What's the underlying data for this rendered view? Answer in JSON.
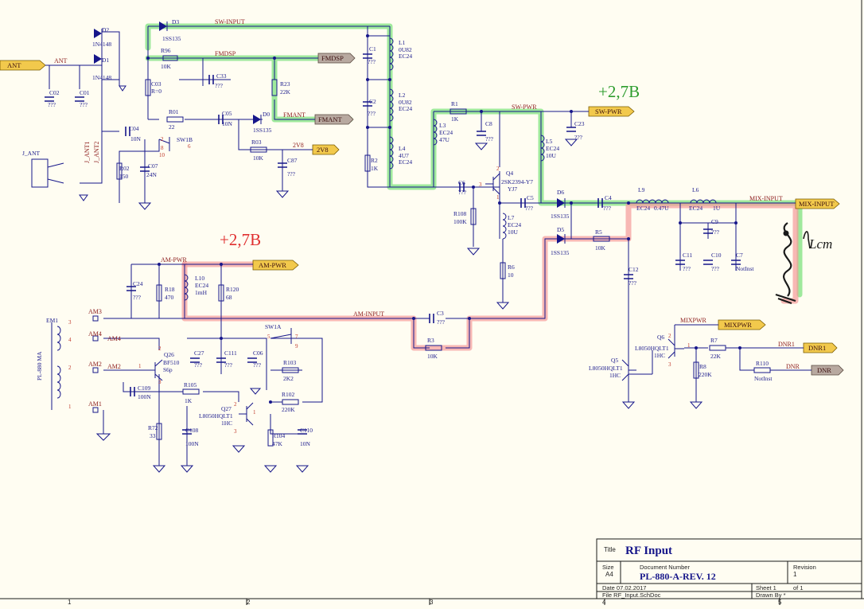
{
  "ports": {
    "ant": "ANT",
    "fmdsp": "FMDSP",
    "fmant": "FMANT",
    "v2v8": "2V8",
    "sw_pwr": "SW-PWR",
    "mix_input": "MIX-INPUT",
    "am_pwr": "AM-PWR",
    "mixpwr": "MIXPWR",
    "dnr1": "DNR1",
    "dnr": "DNR"
  },
  "nets": {
    "ant": "ANT",
    "sw_input": "SW-INPUT",
    "fmdsp": "FMDSP",
    "fmant": "FMANT",
    "v2v8": "2V8",
    "sw_pwr": "SW-PWR",
    "mix_input": "MIX-INPUT",
    "am_pwr": "AM-PWR",
    "am_input": "AM-INPUT",
    "am1": "AM1",
    "am2": "AM2",
    "am3": "AM3",
    "am4": "AM4",
    "mixpwr": "MIXPWR",
    "dnr1": "DNR1",
    "dnr": "DNR",
    "j_ant1": "J_ANT1",
    "j_ant2": "J_ANT2"
  },
  "annotations": {
    "green_voltage": "+2,7B",
    "red_voltage": "+2,7B",
    "handwritten": "Lcm",
    "annotation_colors": {
      "green": "#2e9d2e",
      "red": "#e03030"
    }
  },
  "components": {
    "D2": {
      "ref": "D2",
      "val": "1N4148"
    },
    "D1": {
      "ref": "D1",
      "val": "1N4148"
    },
    "D3": {
      "ref": "D3",
      "val": "1SS135"
    },
    "R96": {
      "ref": "R96",
      "val": "10K"
    },
    "C33": {
      "ref": "C33",
      "val": "???"
    },
    "R23": {
      "ref": "R23",
      "val": "22K"
    },
    "D0": {
      "ref": "D0",
      "val": "1SS135"
    },
    "C03": {
      "ref": "C03",
      "val": "R=0"
    },
    "C02": {
      "ref": "C02",
      "val": "???"
    },
    "C01": {
      "ref": "C01",
      "val": "???"
    },
    "R01": {
      "ref": "R01",
      "val": "22"
    },
    "C05": {
      "ref": "C05",
      "val": "10N"
    },
    "C04": {
      "ref": "C04",
      "val": "10N"
    },
    "SW1B": {
      "ref": "SW1B",
      "val": ""
    },
    "R03": {
      "ref": "R03",
      "val": "10K"
    },
    "C87": {
      "ref": "C87",
      "val": "???"
    },
    "R02": {
      "ref": "R02",
      "val": "150"
    },
    "C07": {
      "ref": "C07",
      "val": "24N"
    },
    "J_ANT": {
      "ref": "J_ANT",
      "val": ""
    },
    "C1": {
      "ref": "C1",
      "val": "???"
    },
    "C2": {
      "ref": "C2",
      "val": "???"
    },
    "R2": {
      "ref": "R2",
      "val": "1K"
    },
    "L1": {
      "ref": "L1",
      "val": "0U82",
      "val2": "EC24"
    },
    "L2": {
      "ref": "L2",
      "val": "0U82",
      "val2": "EC24"
    },
    "L4": {
      "ref": "L4",
      "val": "4U7",
      "val2": "EC24"
    },
    "R1": {
      "ref": "R1",
      "val": "1K"
    },
    "C8": {
      "ref": "C8",
      "val": "???"
    },
    "L3": {
      "ref": "L3",
      "val": "EC24",
      "val2": "47U"
    },
    "C23": {
      "ref": "C23",
      "val": "???"
    },
    "L5": {
      "ref": "L5",
      "val": "EC24",
      "val2": "10U"
    },
    "C6": {
      "ref": "C6",
      "val": "???"
    },
    "Q4": {
      "ref": "Q4",
      "val": "2SK2394-Y7",
      "val2": "YJ7"
    },
    "C5": {
      "ref": "C5",
      "val": "???"
    },
    "R108": {
      "ref": "R108",
      "val": "100K"
    },
    "L7": {
      "ref": "L7",
      "val": "EC24",
      "val2": "10U"
    },
    "R6": {
      "ref": "R6",
      "val": "10"
    },
    "D6": {
      "ref": "D6",
      "val": "1SS135"
    },
    "C4": {
      "ref": "C4",
      "val": "???"
    },
    "L9": {
      "ref": "L9",
      "val": "EC24",
      "val2": "0.47U"
    },
    "L6": {
      "ref": "L6",
      "val": "EC24",
      "val2": "1U"
    },
    "C9": {
      "ref": "C9",
      "val": "???"
    },
    "C11": {
      "ref": "C11",
      "val": "???"
    },
    "C10": {
      "ref": "C10",
      "val": "???"
    },
    "C7": {
      "ref": "C7",
      "val": "NotInst"
    },
    "D5": {
      "ref": "D5",
      "val": "1SS135"
    },
    "R5": {
      "ref": "R5",
      "val": "10K"
    },
    "C12": {
      "ref": "C12",
      "val": "???"
    },
    "C24": {
      "ref": "C24",
      "val": "???"
    },
    "R18": {
      "ref": "R18",
      "val": "470"
    },
    "L10": {
      "ref": "L10",
      "val": "EC24",
      "val2": "1mH"
    },
    "R120": {
      "ref": "R120",
      "val": "68"
    },
    "C3": {
      "ref": "C3",
      "val": "???"
    },
    "R3": {
      "ref": "R3",
      "val": "10K"
    },
    "EM1": {
      "ref": "EM1",
      "val": "PL-880 MA"
    },
    "Q26": {
      "ref": "Q26",
      "val": "BF510",
      "val2": "S6p"
    },
    "C27": {
      "ref": "C27",
      "val": "???"
    },
    "C111": {
      "ref": "C111",
      "val": "???"
    },
    "C06": {
      "ref": "C06",
      "val": "???"
    },
    "SW1A": {
      "ref": "SW1A",
      "val": ""
    },
    "R103": {
      "ref": "R103",
      "val": "2K2"
    },
    "R102": {
      "ref": "R102",
      "val": "220K"
    },
    "C109": {
      "ref": "C109",
      "val": "100N"
    },
    "R105": {
      "ref": "R105",
      "val": "1K"
    },
    "Q27": {
      "ref": "Q27",
      "val": "L8050HQLT1",
      "val2": "1HC"
    },
    "R72": {
      "ref": "R72",
      "val": "33"
    },
    "C108": {
      "ref": "C108",
      "val": "100N"
    },
    "R104": {
      "ref": "R104",
      "val": "47K"
    },
    "C110": {
      "ref": "C110",
      "val": "10N"
    },
    "Q6": {
      "ref": "Q6",
      "val": "L8050HQLT1",
      "val2": "1HC"
    },
    "Q5": {
      "ref": "Q5",
      "val": "L8050HQLT1",
      "val2": "1HC"
    },
    "R7": {
      "ref": "R7",
      "val": "22K"
    },
    "R8": {
      "ref": "R8",
      "val": "220K"
    },
    "R110": {
      "ref": "R110",
      "val": "NotInst"
    }
  },
  "title_block": {
    "title_label": "Title",
    "title": "RF Input",
    "size_label": "Size",
    "size": "A4",
    "docnum_label": "Document Number",
    "docnum": "PL-880-A-REV. 12",
    "revision_label": "Revision",
    "revision": "1",
    "date": "Date 07.02.2017",
    "sheet": "Sheet 1",
    "of": "of 1",
    "file": "File  RF_Input.SchDoc",
    "drawn": "Drawn By  *"
  },
  "border": {
    "cols": [
      "1",
      "2",
      "3",
      "4",
      "5"
    ]
  }
}
